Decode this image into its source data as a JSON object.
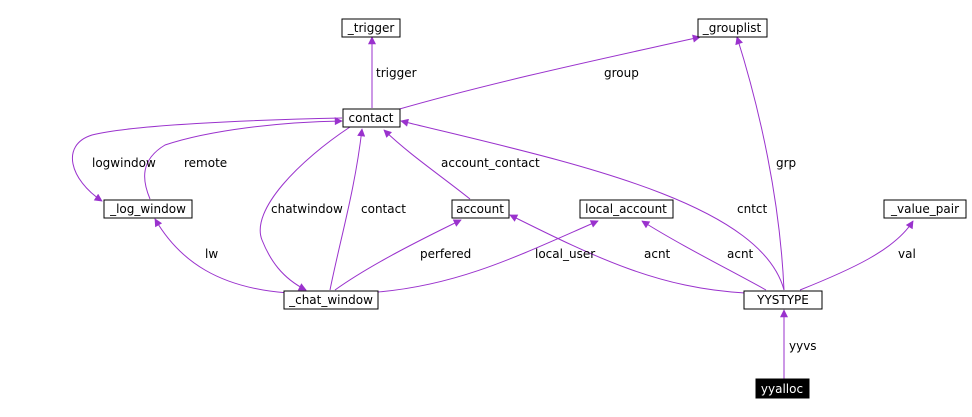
{
  "colors": {
    "edge": "#9a32cd",
    "node_border": "#000000",
    "focus_fill": "#000000",
    "focus_text": "#ffffff"
  },
  "nodes": {
    "trigger": "_trigger",
    "grouplist": "_grouplist",
    "contact": "contact",
    "log_window": "_log_window",
    "account": "account",
    "local_account": "local_account",
    "value_pair": "_value_pair",
    "chat_window": "_chat_window",
    "yystype": "YYSTYPE",
    "yyalloc": "yyalloc"
  },
  "edges": {
    "trigger": "trigger",
    "group": "group",
    "logwindow": "logwindow",
    "remote": "remote",
    "account_contact": "account_contact",
    "chatwindow": "chatwindow",
    "contact": "contact",
    "cntct": "cntct",
    "grp": "grp",
    "lw": "lw",
    "perfered": "perfered",
    "local_user": "local_user",
    "acnt_account": "acnt",
    "acnt_local": "acnt",
    "val": "val",
    "yyvs": "yyvs"
  }
}
